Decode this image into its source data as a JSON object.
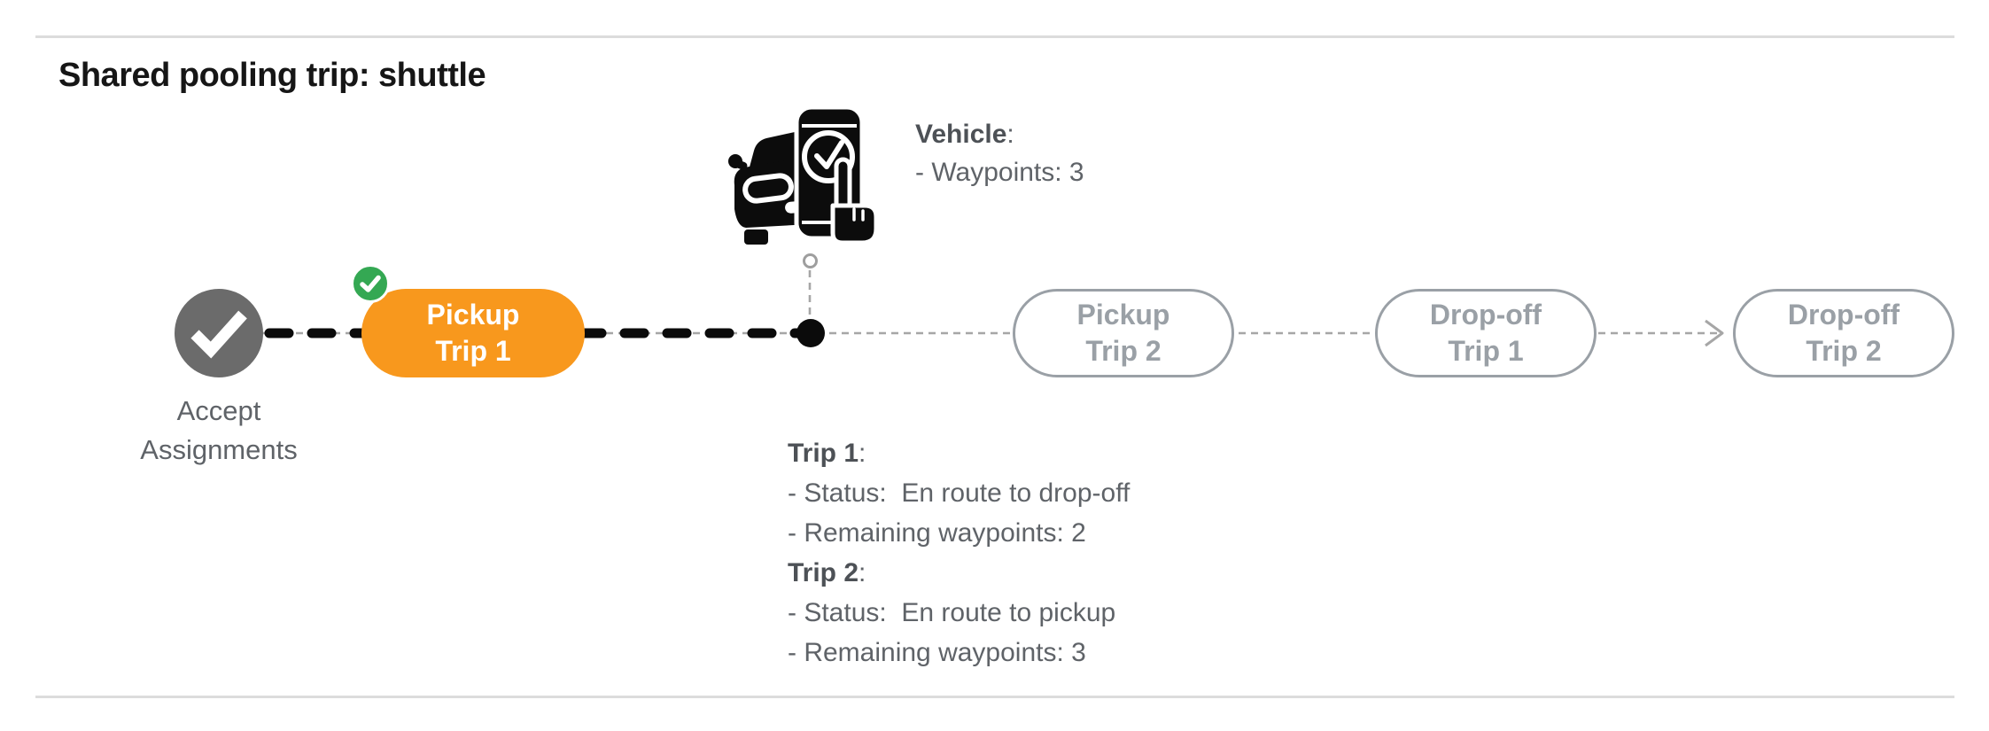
{
  "header": {
    "title": "Shared pooling trip: shuttle"
  },
  "colors": {
    "accent_orange": "#F8981D",
    "success_green": "#34A853",
    "completed_gray": "#6B6B6B",
    "pending_gray": "#9AA0A6",
    "text_gray": "#5F6368",
    "text_dark": "#4D5156",
    "line_gray": "#A6A6A6",
    "line_black": "#0B0B0B",
    "divider_gray": "#DCDCDC"
  },
  "diagram": {
    "accept_node": {
      "line1": "Accept",
      "line2": "Assignments"
    },
    "pickup_trip1": {
      "line1": "Pickup",
      "line2": "Trip 1"
    },
    "pickup_trip2": {
      "line1": "Pickup",
      "line2": "Trip 2"
    },
    "dropoff_trip1": {
      "line1": "Drop-off",
      "line2": "Trip 1"
    },
    "dropoff_trip2": {
      "line1": "Drop-off",
      "line2": "Trip 2"
    }
  },
  "vehicle_panel": {
    "heading": "Vehicle",
    "heading_colon": ":",
    "waypoints": "- Waypoints: 3"
  },
  "trip_panel": {
    "trip1_heading": "Trip 1",
    "trip1_colon": ":",
    "trip1_status": "- Status:  En route to drop-off",
    "trip1_waypoints": "- Remaining waypoints: 2",
    "trip2_heading": "Trip 2",
    "trip2_colon": ":",
    "trip2_status": "- Status:  En route to pickup",
    "trip2_waypoints": "- Remaining waypoints: 3"
  }
}
